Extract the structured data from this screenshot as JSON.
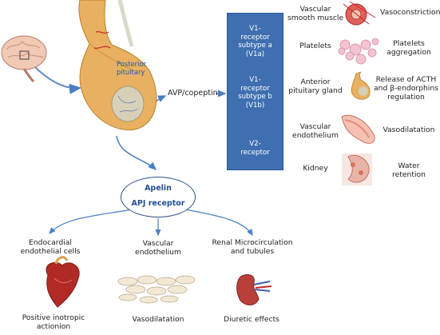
{
  "hypophysis": {
    "posterior_pituitary": "Posterior\npituitary"
  },
  "hormone": {
    "label": "AVP/copeptin"
  },
  "receptors": [
    {
      "label": "V1-\nreceptor\nsubtype a\n(V1a)"
    },
    {
      "label": "V1-\nreceptor\nsubtype b\n(V1b)"
    },
    {
      "label": "V2-\nreceptor"
    }
  ],
  "targets": [
    {
      "tissue": "Vascular\nsmooth muscle",
      "effect": "Vasoconstriction"
    },
    {
      "tissue": "Platelets",
      "effect": "Platelets\naggregation"
    },
    {
      "tissue": "Anterior\npituitary gland",
      "effect": "Release of ACTH\nand β-endorphins\nregulation"
    },
    {
      "tissue": "Vascular\nendothelium",
      "effect": "Vasodilatation"
    },
    {
      "tissue": "Kidney",
      "effect": "Water\nretention"
    }
  ],
  "apelin": {
    "title": "Apelin",
    "receptor": "APJ receptor"
  },
  "apelin_targets": [
    {
      "tissue": "Endocardial\nendothelial cells",
      "effect": "Positive inotropic\nactionion"
    },
    {
      "tissue": "Vascular\nendothelium",
      "effect": "Vasodilatation"
    },
    {
      "tissue": "Renal Microcirculation\nand tubules",
      "effect": "Diuretic effects"
    }
  ],
  "colors": {
    "receptor_box": "#3f6fb0",
    "arrow": "#4a7fc1",
    "gland": "#e8b060",
    "heart": "#b22a26",
    "kidney": "#b9403a"
  }
}
